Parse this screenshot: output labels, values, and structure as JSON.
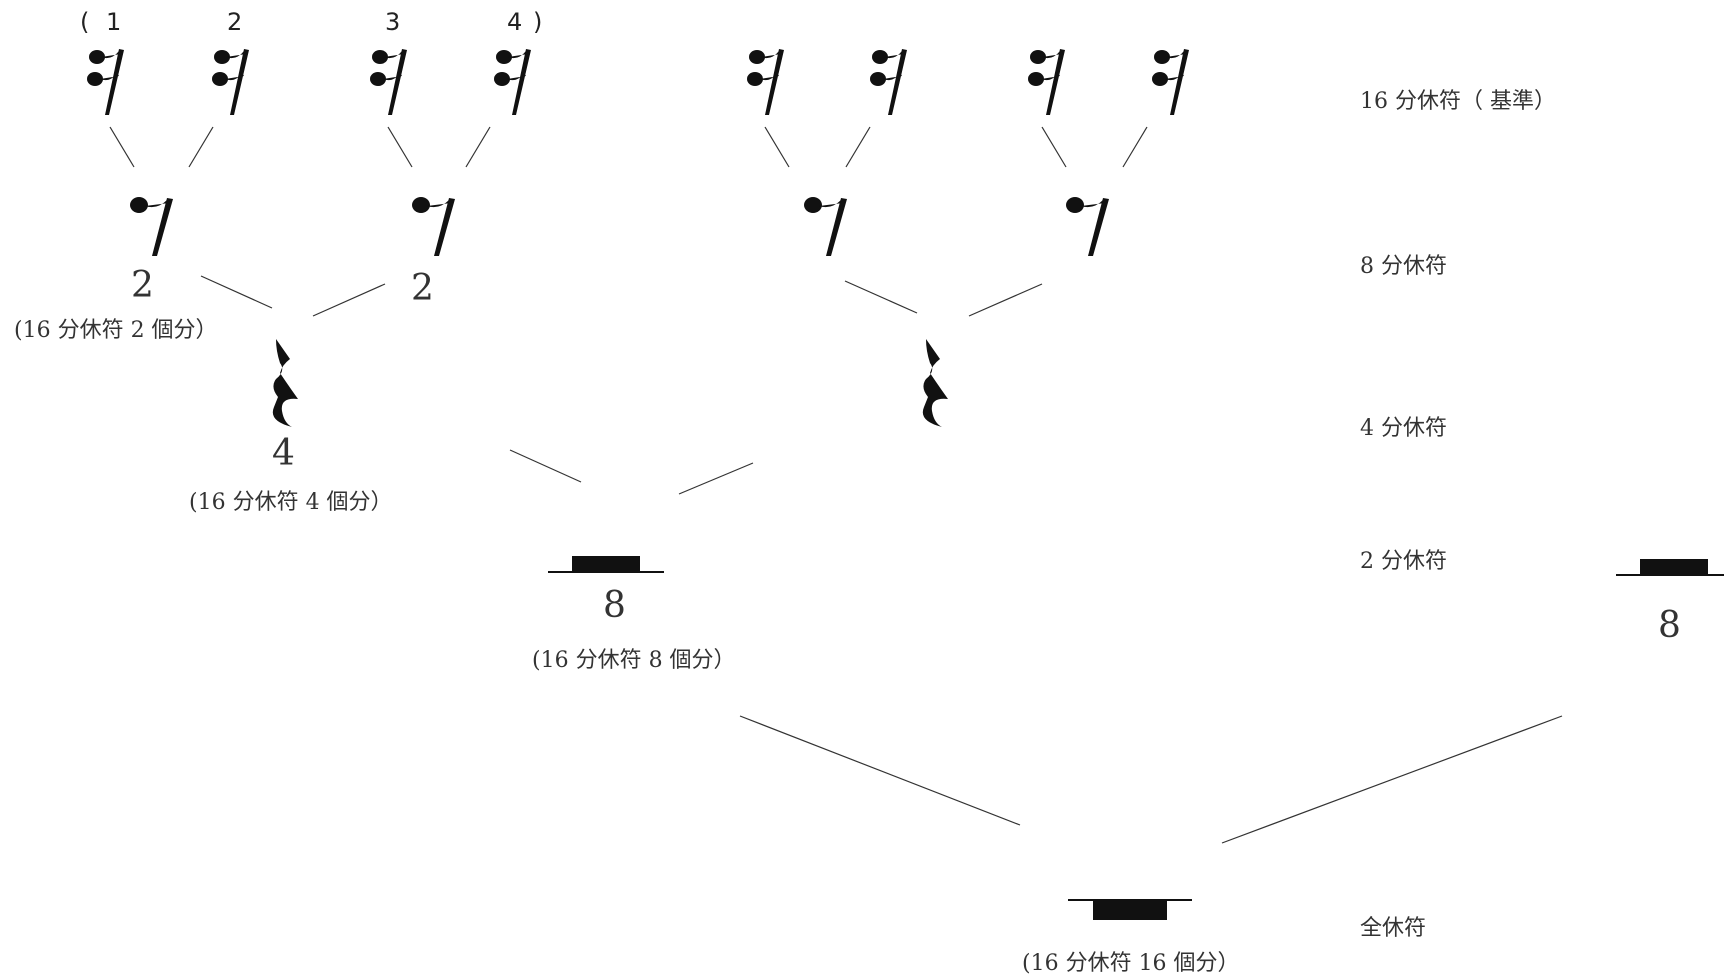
{
  "counting": {
    "open_paren": "(",
    "first": "1",
    "second": "2",
    "third": "3",
    "fourth": "4",
    "close_paren": ")"
  },
  "numbers": {
    "eighth_left": "2",
    "eighth_right": "2",
    "quarter": "4",
    "half_left": "8",
    "half_right": "8"
  },
  "notes": {
    "eighth": "(16 分休符 2 個分）",
    "quarter": "(16 分休符 4 個分）",
    "half": "(16 分休符 8 個分）",
    "whole": "(16 分休符 16 個分）"
  },
  "levels": {
    "sixteenth": "16 分休符（ 基準）",
    "eighth": "8 分休符",
    "quarter": "4 分休符",
    "half": "2 分休符",
    "whole": "全休符"
  },
  "icons": {
    "sixteenth": "sixteenth-rest-icon",
    "eighth": "eighth-rest-icon",
    "quarter": "quarter-rest-icon",
    "half": "half-rest-icon",
    "whole": "whole-rest-icon"
  }
}
